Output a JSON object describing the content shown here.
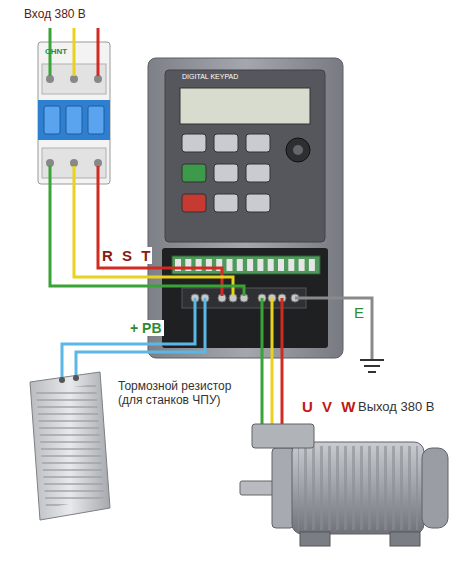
{
  "diagram": {
    "labels": [
      "Вход 380 В",
      "CHNT",
      "DIGITAL KEYPAD",
      "R S T",
      "+ PB",
      "Тормозной резистор (для станков ЧПУ)",
      "E",
      "U V W",
      "Выход 380 В"
    ]
  }
}
